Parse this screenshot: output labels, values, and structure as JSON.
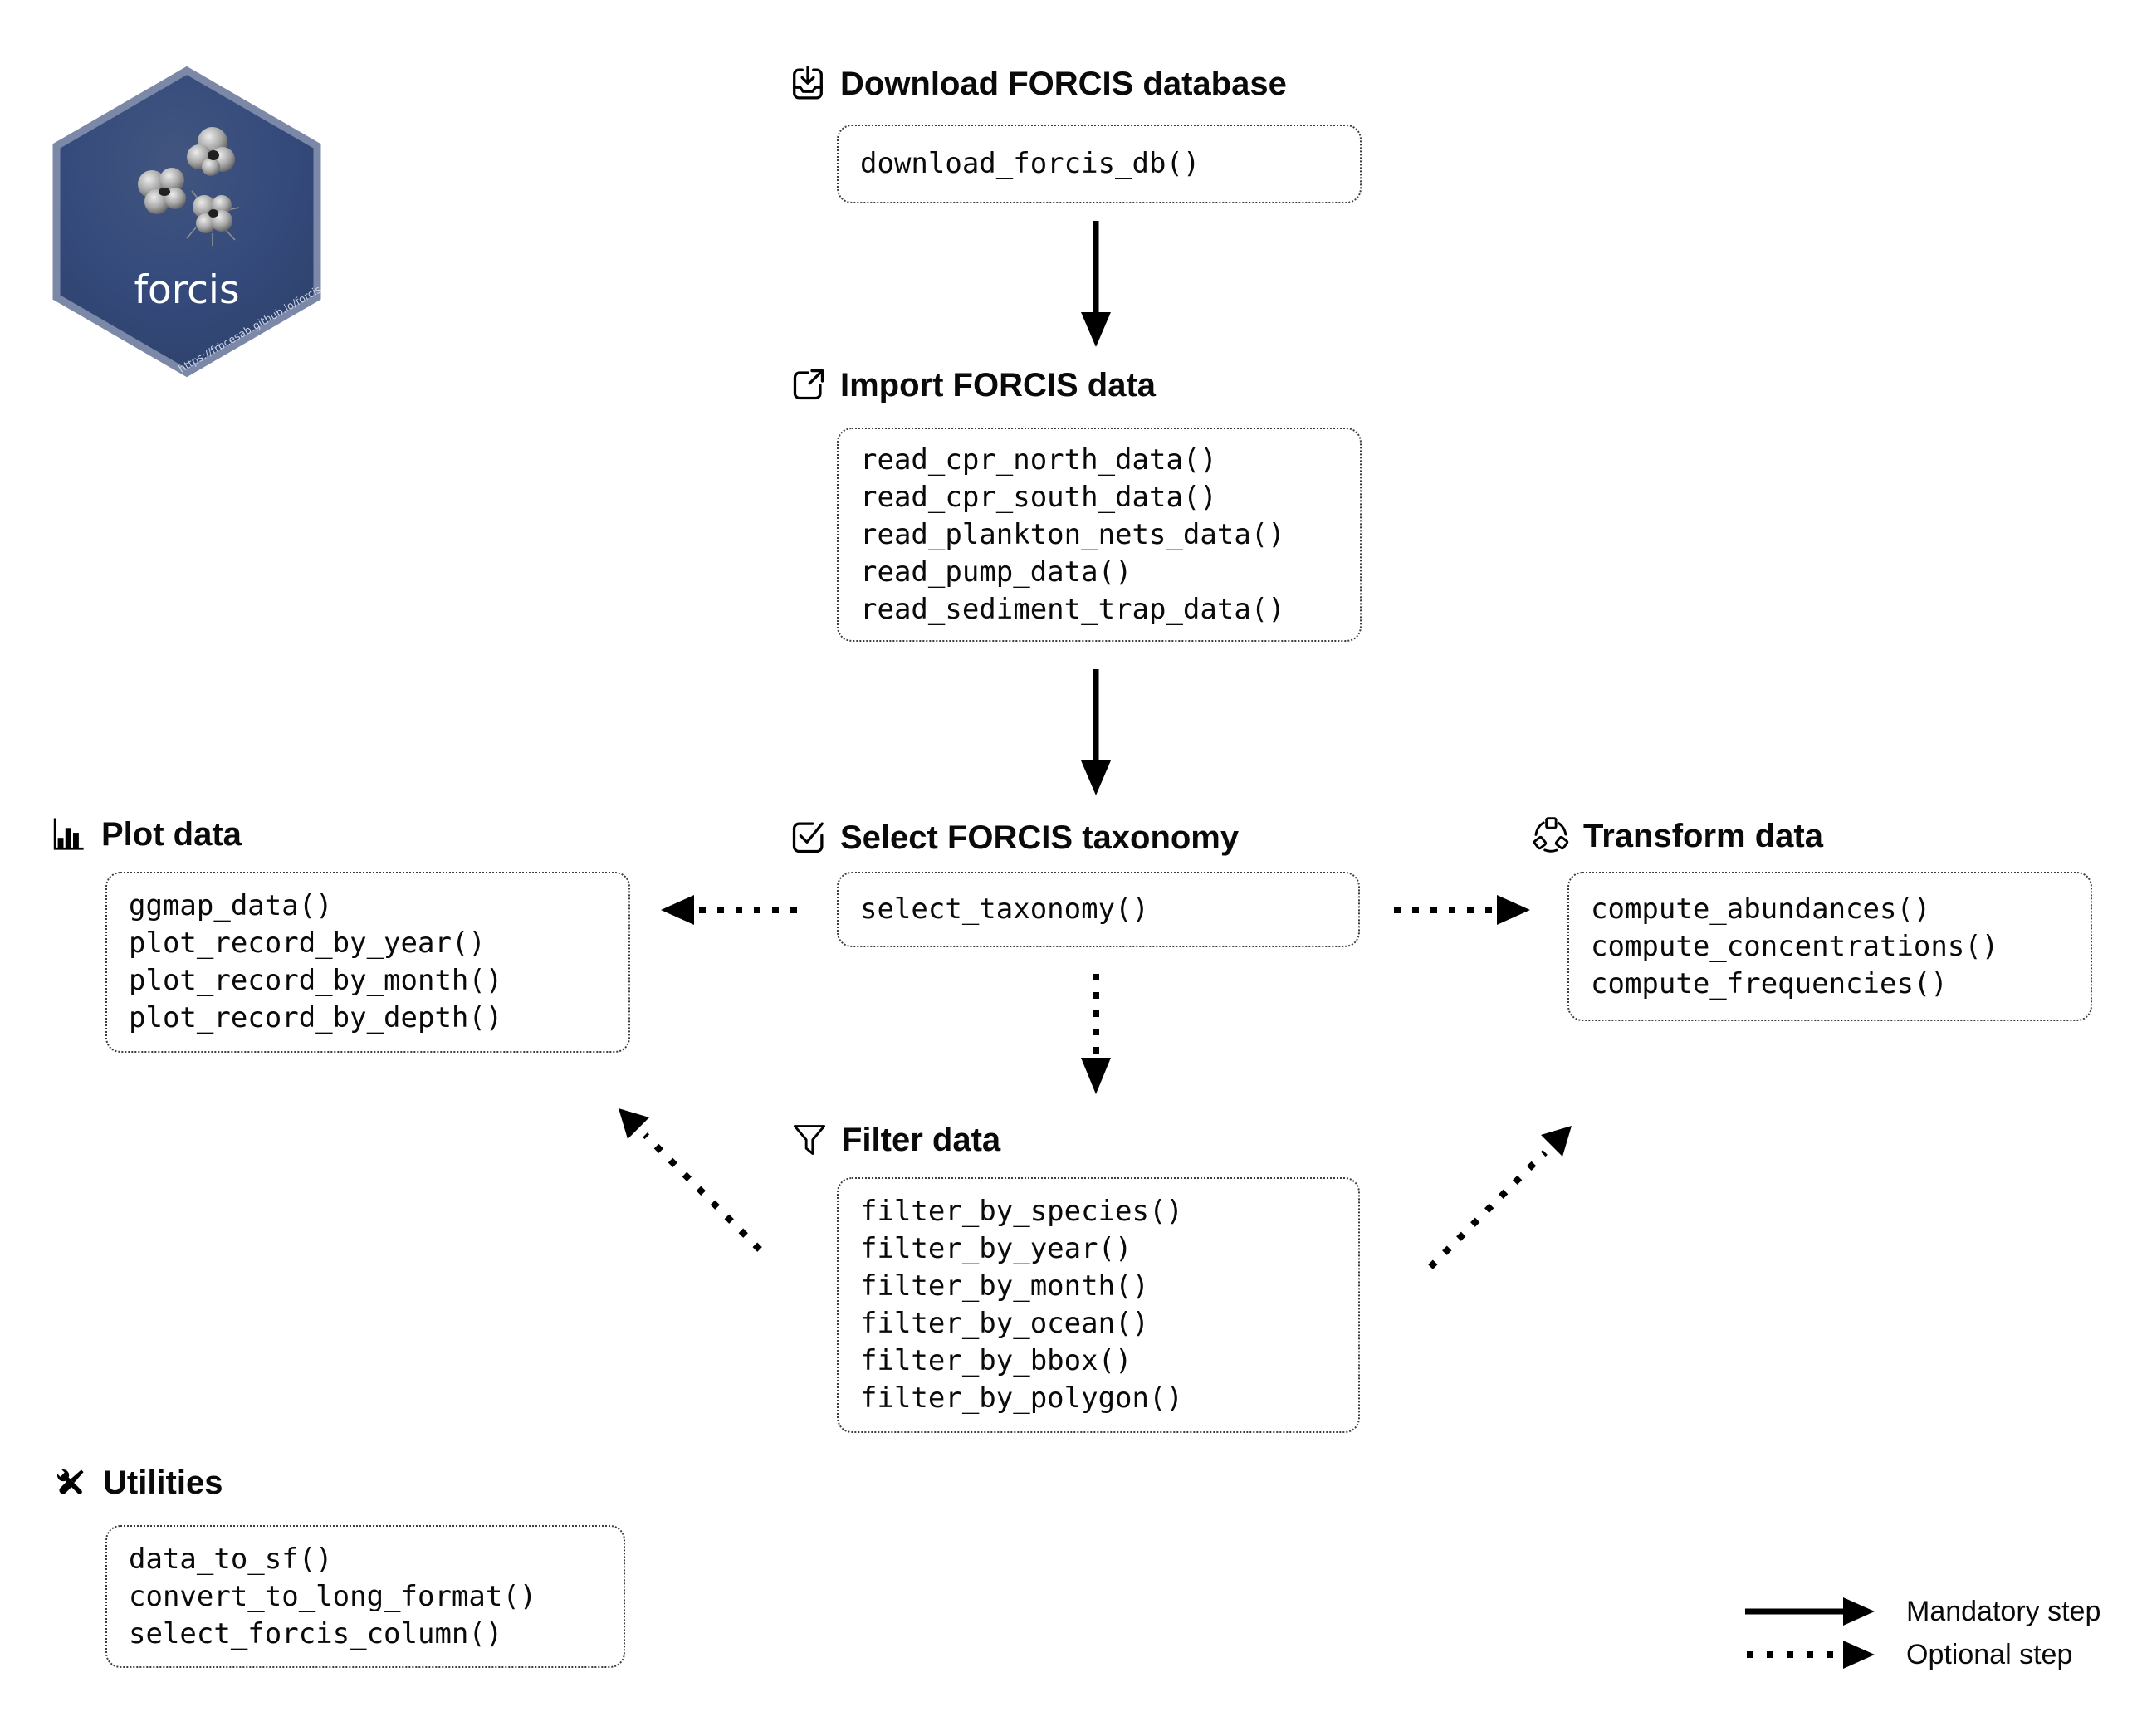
{
  "colors": {
    "ink": "#000000",
    "box_border": "#3d3d3d",
    "logo_fill": "#34497b",
    "logo_stroke": "#7b88a8",
    "logo_text_color": "#ffffff"
  },
  "logo": {
    "name": "forcis",
    "url": "https://frbcesab.github.io/forcis"
  },
  "sections": {
    "download": {
      "title": "Download FORCIS database",
      "icon": "tray-download-icon",
      "functions": [
        "download_forcis_db()"
      ]
    },
    "import": {
      "title": "Import FORCIS data",
      "icon": "export-icon",
      "functions": [
        "read_cpr_north_data()",
        "read_cpr_south_data()",
        "read_plankton_nets_data()",
        "read_pump_data()",
        "read_sediment_trap_data()"
      ]
    },
    "select": {
      "title": "Select FORCIS taxonomy",
      "icon": "checkbox-icon",
      "functions": [
        "select_taxonomy()"
      ]
    },
    "filter": {
      "title": "Filter data",
      "icon": "funnel-icon",
      "functions": [
        "filter_by_species()",
        "filter_by_year()",
        "filter_by_month()",
        "filter_by_ocean()",
        "filter_by_bbox()",
        "filter_by_polygon()"
      ]
    },
    "plot": {
      "title": "Plot data",
      "icon": "bar-chart-icon",
      "functions": [
        "ggmap_data()",
        "plot_record_by_year()",
        "plot_record_by_month()",
        "plot_record_by_depth()"
      ]
    },
    "transform": {
      "title": "Transform data",
      "icon": "transform-icon",
      "functions": [
        "compute_abundances()",
        "compute_concentrations()",
        "compute_frequencies()"
      ]
    },
    "utilities": {
      "title": "Utilities",
      "icon": "tools-icon",
      "functions": [
        "data_to_sf()",
        "convert_to_long_format()",
        "select_forcis_column()"
      ]
    }
  },
  "legend": {
    "mandatory_label": "Mandatory step",
    "optional_label": "Optional step"
  }
}
